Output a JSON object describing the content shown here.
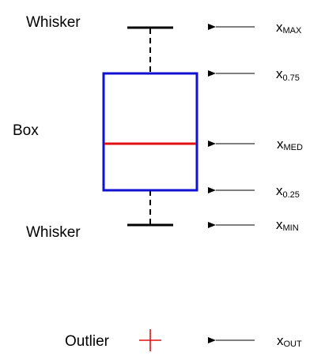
{
  "left_labels": {
    "whisker_top": "Whisker",
    "box": "Box",
    "whisker_bottom": "Whisker",
    "outlier": "Outlier"
  },
  "right_labels": [
    {
      "key": "max",
      "base": "x",
      "sub": "MAX"
    },
    {
      "key": "q75",
      "base": "x",
      "sub": "0.75"
    },
    {
      "key": "med",
      "base": "x",
      "sub": "MED"
    },
    {
      "key": "q25",
      "base": "x",
      "sub": "0.25"
    },
    {
      "key": "min",
      "base": "x",
      "sub": "MIN"
    },
    {
      "key": "out",
      "base": "x",
      "sub": "OUT"
    }
  ],
  "colors": {
    "box": "#1010d0",
    "median": "#e01010",
    "whisker": "#000000",
    "outlier": "#e01010",
    "arrow": "#000000"
  }
}
